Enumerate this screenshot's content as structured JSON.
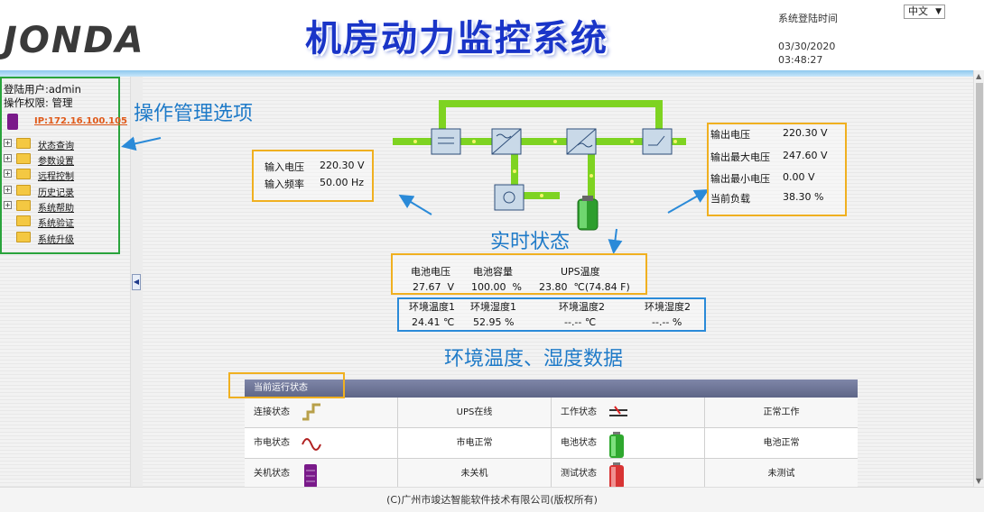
{
  "header": {
    "logo": "JONDA",
    "title": "机房动力监控系统",
    "login_time_label": "系统登陆时间",
    "login_date": "03/30/2020",
    "login_time": "03:48:27",
    "language": "中文"
  },
  "sidebar": {
    "user": "登陆用户:admin",
    "permission": "操作权限: 管理",
    "ip": "IP:172.16.100.105",
    "items": [
      {
        "label": "状态查询",
        "expandable": true
      },
      {
        "label": "参数设置",
        "expandable": true
      },
      {
        "label": "远程控制",
        "expandable": true
      },
      {
        "label": "历史记录",
        "expandable": true
      },
      {
        "label": "系统帮助",
        "expandable": true
      },
      {
        "label": "系统验证",
        "expandable": false
      },
      {
        "label": "系统升级",
        "expandable": false
      }
    ]
  },
  "annotations": {
    "menu_options": "操作管理选项",
    "realtime": "实时状态",
    "env_data": "环境温度、湿度数据"
  },
  "input": {
    "voltage_label": "输入电压",
    "voltage": "220.30 V",
    "freq_label": "输入频率",
    "freq": "50.00 Hz"
  },
  "output": {
    "voltage_label": "输出电压",
    "voltage": "220.30 V",
    "max_label": "输出最大电压",
    "max": "247.60 V",
    "min_label": "输出最小电压",
    "min": "0.00 V",
    "load_label": "当前负载",
    "load": "38.30 %"
  },
  "battery": {
    "headers": [
      "电池电压",
      "电池容量",
      "UPS温度"
    ],
    "values": [
      "27.67  V",
      "100.00  %",
      "23.80  ℃(74.84 F)"
    ]
  },
  "environment": {
    "headers": [
      "环境温度1",
      "环境湿度1",
      "环境温度2",
      "环境湿度2"
    ],
    "values": [
      "24.41 ℃",
      "52.95 %",
      "--.-- ℃",
      "--.-- %"
    ]
  },
  "status": {
    "title": "当前运行状态",
    "rows": [
      {
        "label1": "连接状态",
        "value1": "UPS在线",
        "label2": "工作状态",
        "value2": "正常工作"
      },
      {
        "label1": "市电状态",
        "value1": "市电正常",
        "label2": "电池状态",
        "value2": "电池正常"
      },
      {
        "label1": "关机状态",
        "value1": "未关机",
        "label2": "测试状态",
        "value2": "未测试"
      }
    ]
  },
  "footer": "(C)广州市竣达智能软件技术有限公司(版权所有)",
  "colors": {
    "title_blue": "#1a35c8",
    "annotation_blue": "#1e7ac8",
    "yellow_box": "#f0b020",
    "green_box": "#2aa43c",
    "pipe_green": "#7ed321"
  }
}
